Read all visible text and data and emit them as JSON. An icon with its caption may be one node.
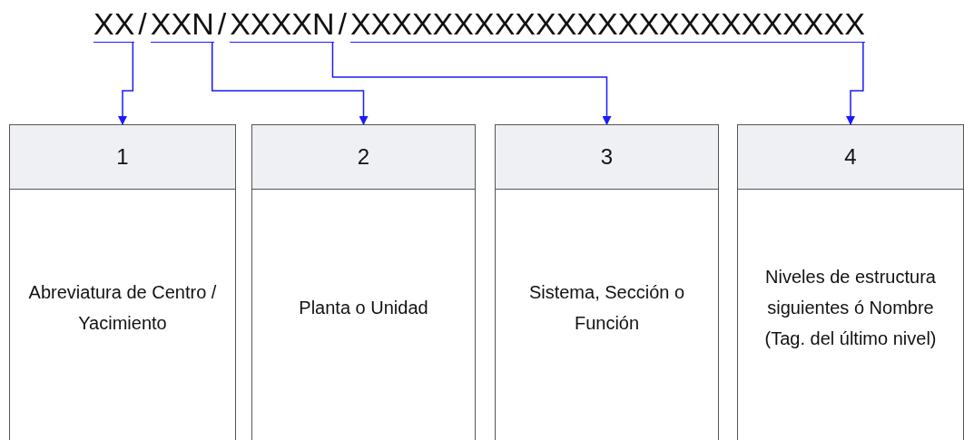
{
  "diagram": {
    "nodes": [
      {
        "text": [
          "XX"
        ]
      },
      {
        "text": [
          "XXN"
        ]
      },
      {
        "text": [
          "XXXXN"
        ]
      },
      {
        "text": [
          "XXXXXXXXXXXXXXXXXXXXXXXXX"
        ]
      },
      {
        "text": [
          "1",
          "Abreviatura de Centro / Yacimiento"
        ]
      },
      {
        "text": [
          "2",
          "Planta o Unidad"
        ]
      },
      {
        "text": [
          "3",
          "Sistema, Sección o Función"
        ]
      },
      {
        "text": [
          "4",
          "Niveles de estructura siguientes ó Nombre (Tag. del último nivel)"
        ]
      }
    ],
    "edges": [
      {
        "from": 0,
        "to": 4,
        "arrow": "to"
      },
      {
        "from": 1,
        "to": 5,
        "arrow": "to"
      },
      {
        "from": 2,
        "to": 6,
        "arrow": "to"
      },
      {
        "from": 3,
        "to": 7,
        "arrow": "to"
      }
    ],
    "labels": [
      "/",
      "/",
      "/"
    ]
  }
}
